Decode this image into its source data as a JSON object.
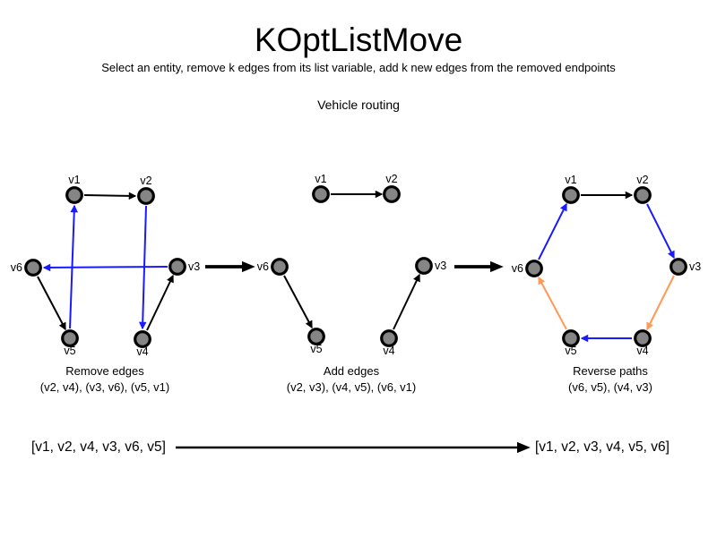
{
  "header": {
    "title": "KOptListMove",
    "subtitle": "Select an entity, remove k edges from its list variable, add k new edges from the removed endpoints",
    "context": "Vehicle routing"
  },
  "colors": {
    "edge_black": "#000000",
    "edge_blue": "#1a1aff",
    "edge_orange": "#ff9955",
    "node_fill": "#858585",
    "node_stroke": "#000000"
  },
  "graphs": [
    {
      "name": "remove-edges",
      "caption": [
        "Remove edges",
        "(v2, v4), (v3, v6), (v5, v1)"
      ],
      "node_labels": [
        "v1",
        "v2",
        "v3",
        "v4",
        "v5",
        "v6"
      ],
      "edges": [
        {
          "from": "v1",
          "to": "v2",
          "color": "black"
        },
        {
          "from": "v2",
          "to": "v4",
          "color": "blue"
        },
        {
          "from": "v4",
          "to": "v3",
          "color": "black"
        },
        {
          "from": "v3",
          "to": "v6",
          "color": "blue"
        },
        {
          "from": "v6",
          "to": "v5",
          "color": "black"
        },
        {
          "from": "v5",
          "to": "v1",
          "color": "blue"
        }
      ]
    },
    {
      "name": "add-edges",
      "caption": [
        "Add edges",
        "(v2, v3), (v4, v5), (v6, v1)"
      ],
      "node_labels": [
        "v1",
        "v2",
        "v3",
        "v4",
        "v5",
        "v6"
      ],
      "edges": [
        {
          "from": "v1",
          "to": "v2",
          "color": "black"
        },
        {
          "from": "v6",
          "to": "v5",
          "color": "black"
        },
        {
          "from": "v4",
          "to": "v3",
          "color": "black"
        }
      ]
    },
    {
      "name": "reverse-paths",
      "caption": [
        "Reverse paths",
        "(v6, v5), (v4, v3)"
      ],
      "node_labels": [
        "v1",
        "v2",
        "v3",
        "v4",
        "v5",
        "v6"
      ],
      "edges": [
        {
          "from": "v1",
          "to": "v2",
          "color": "black"
        },
        {
          "from": "v2",
          "to": "v3",
          "color": "blue"
        },
        {
          "from": "v3",
          "to": "v4",
          "color": "orange"
        },
        {
          "from": "v4",
          "to": "v5",
          "color": "blue"
        },
        {
          "from": "v5",
          "to": "v6",
          "color": "orange"
        },
        {
          "from": "v6",
          "to": "v1",
          "color": "blue"
        }
      ]
    }
  ],
  "transformation": {
    "before": "[v1, v2, v4, v3, v6, v5]",
    "after": "[v1, v2, v3, v4, v5, v6]"
  }
}
